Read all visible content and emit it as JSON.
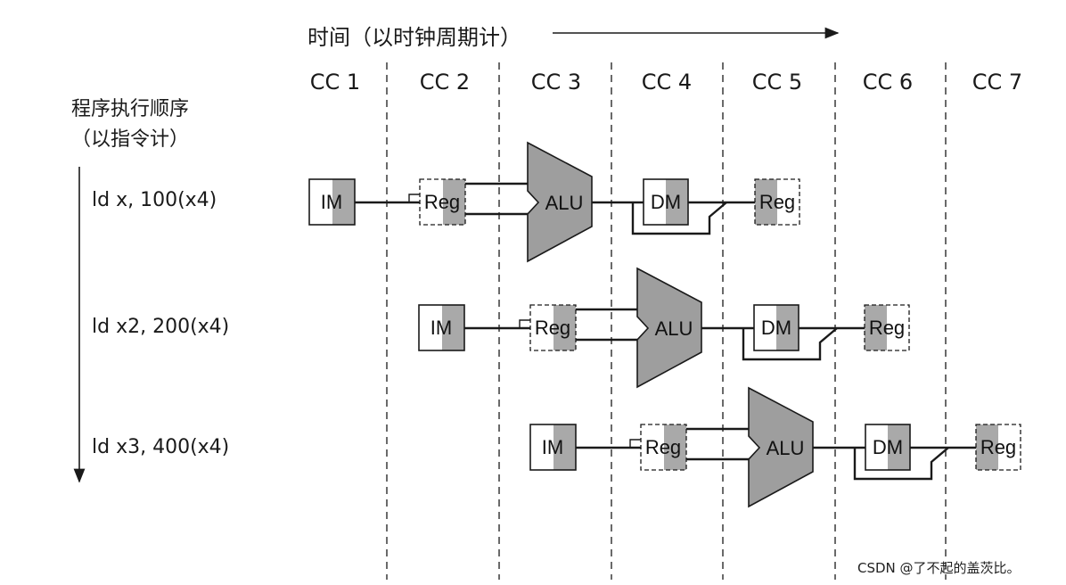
{
  "time_label": "时间（以时钟周期计）",
  "cycles": [
    "CC 1",
    "CC 2",
    "CC 3",
    "CC 4",
    "CC 5",
    "CC 6",
    "CC 7"
  ],
  "order_label_line1": "程序执行顺序",
  "order_label_line2": "（以指令计）",
  "instructions": [
    "ld x, 100(x4)",
    "ld x2, 200(x4)",
    "ld x3, 400(x4)"
  ],
  "stages": {
    "im": "IM",
    "reg": "Reg",
    "alu": "ALU",
    "dm": "DM"
  },
  "watermark": "CSDN @了不起的盖茨比。",
  "colors": {
    "line": "#1a1a1a",
    "shade": "#a9a9a9",
    "alu_fill": "#9e9e9e",
    "background": "#ffffff"
  }
}
